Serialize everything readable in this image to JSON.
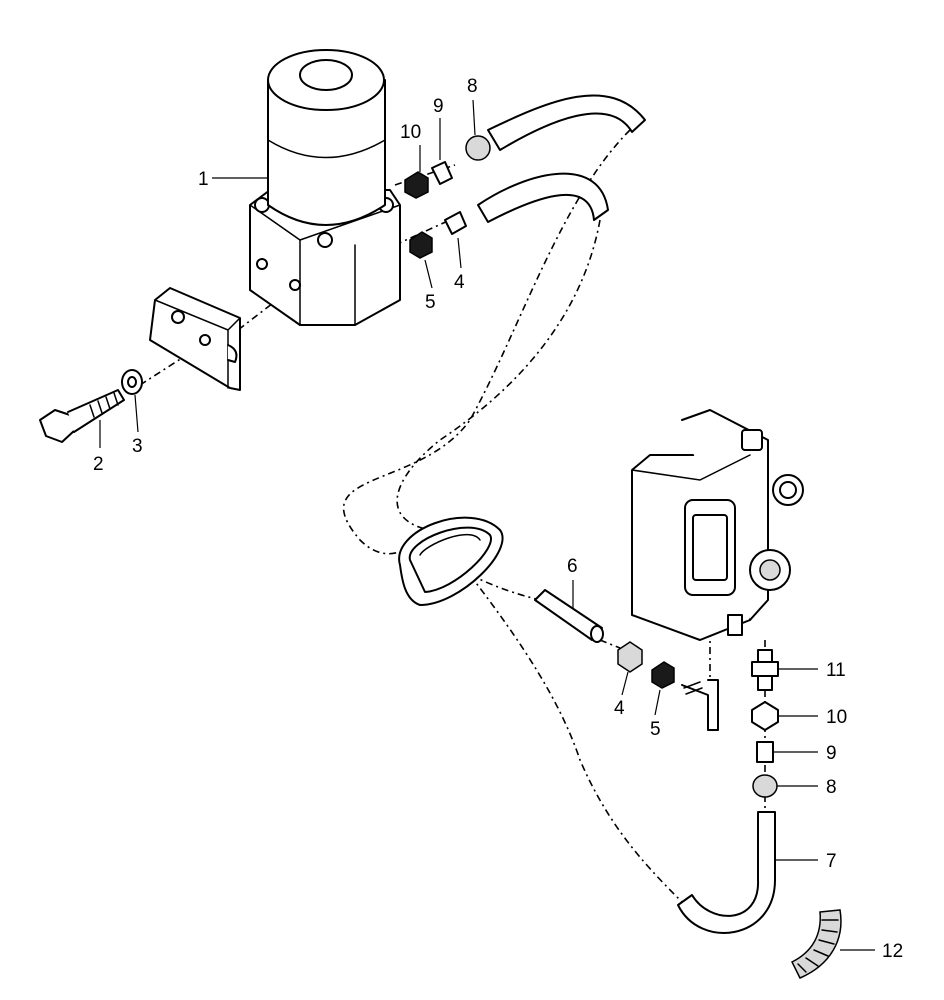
{
  "callouts": {
    "c1": "1",
    "c2": "2",
    "c3": "3",
    "c4a": "4",
    "c5a": "5",
    "c8a": "8",
    "c9a": "9",
    "c10a": "10",
    "c6": "6",
    "c4b": "4",
    "c5b": "5",
    "c11": "11",
    "c10b": "10",
    "c9b": "9",
    "c8b": "8",
    "c7": "7",
    "c12": "12"
  }
}
